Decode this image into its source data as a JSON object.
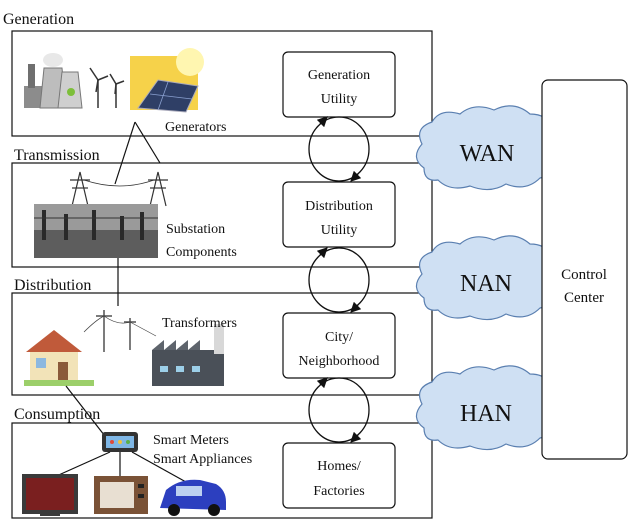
{
  "sections": {
    "generation": "Generation",
    "transmission": "Transmission",
    "distribution": "Distribution",
    "consumption": "Consumption"
  },
  "components": {
    "generators": "Generators",
    "substation_line1": "Substation",
    "substation_line2": "Components",
    "transformers": "Transformers",
    "smart_meters": "Smart Meters",
    "smart_appliances": "Smart Appliances"
  },
  "utilities": {
    "generation": [
      "Generation",
      "Utility"
    ],
    "distribution": [
      "Distribution",
      "Utility"
    ],
    "city": [
      "City/",
      "Neighborhood"
    ],
    "homes": [
      "Homes/",
      "Factories"
    ]
  },
  "networks": {
    "wan": "WAN",
    "nan": "NAN",
    "han": "HAN"
  },
  "control_center": [
    "Control",
    "Center"
  ],
  "colors": {
    "cloud_fill": "#cfe0f3",
    "cloud_stroke": "#5a7fb0",
    "line": "#111111"
  }
}
